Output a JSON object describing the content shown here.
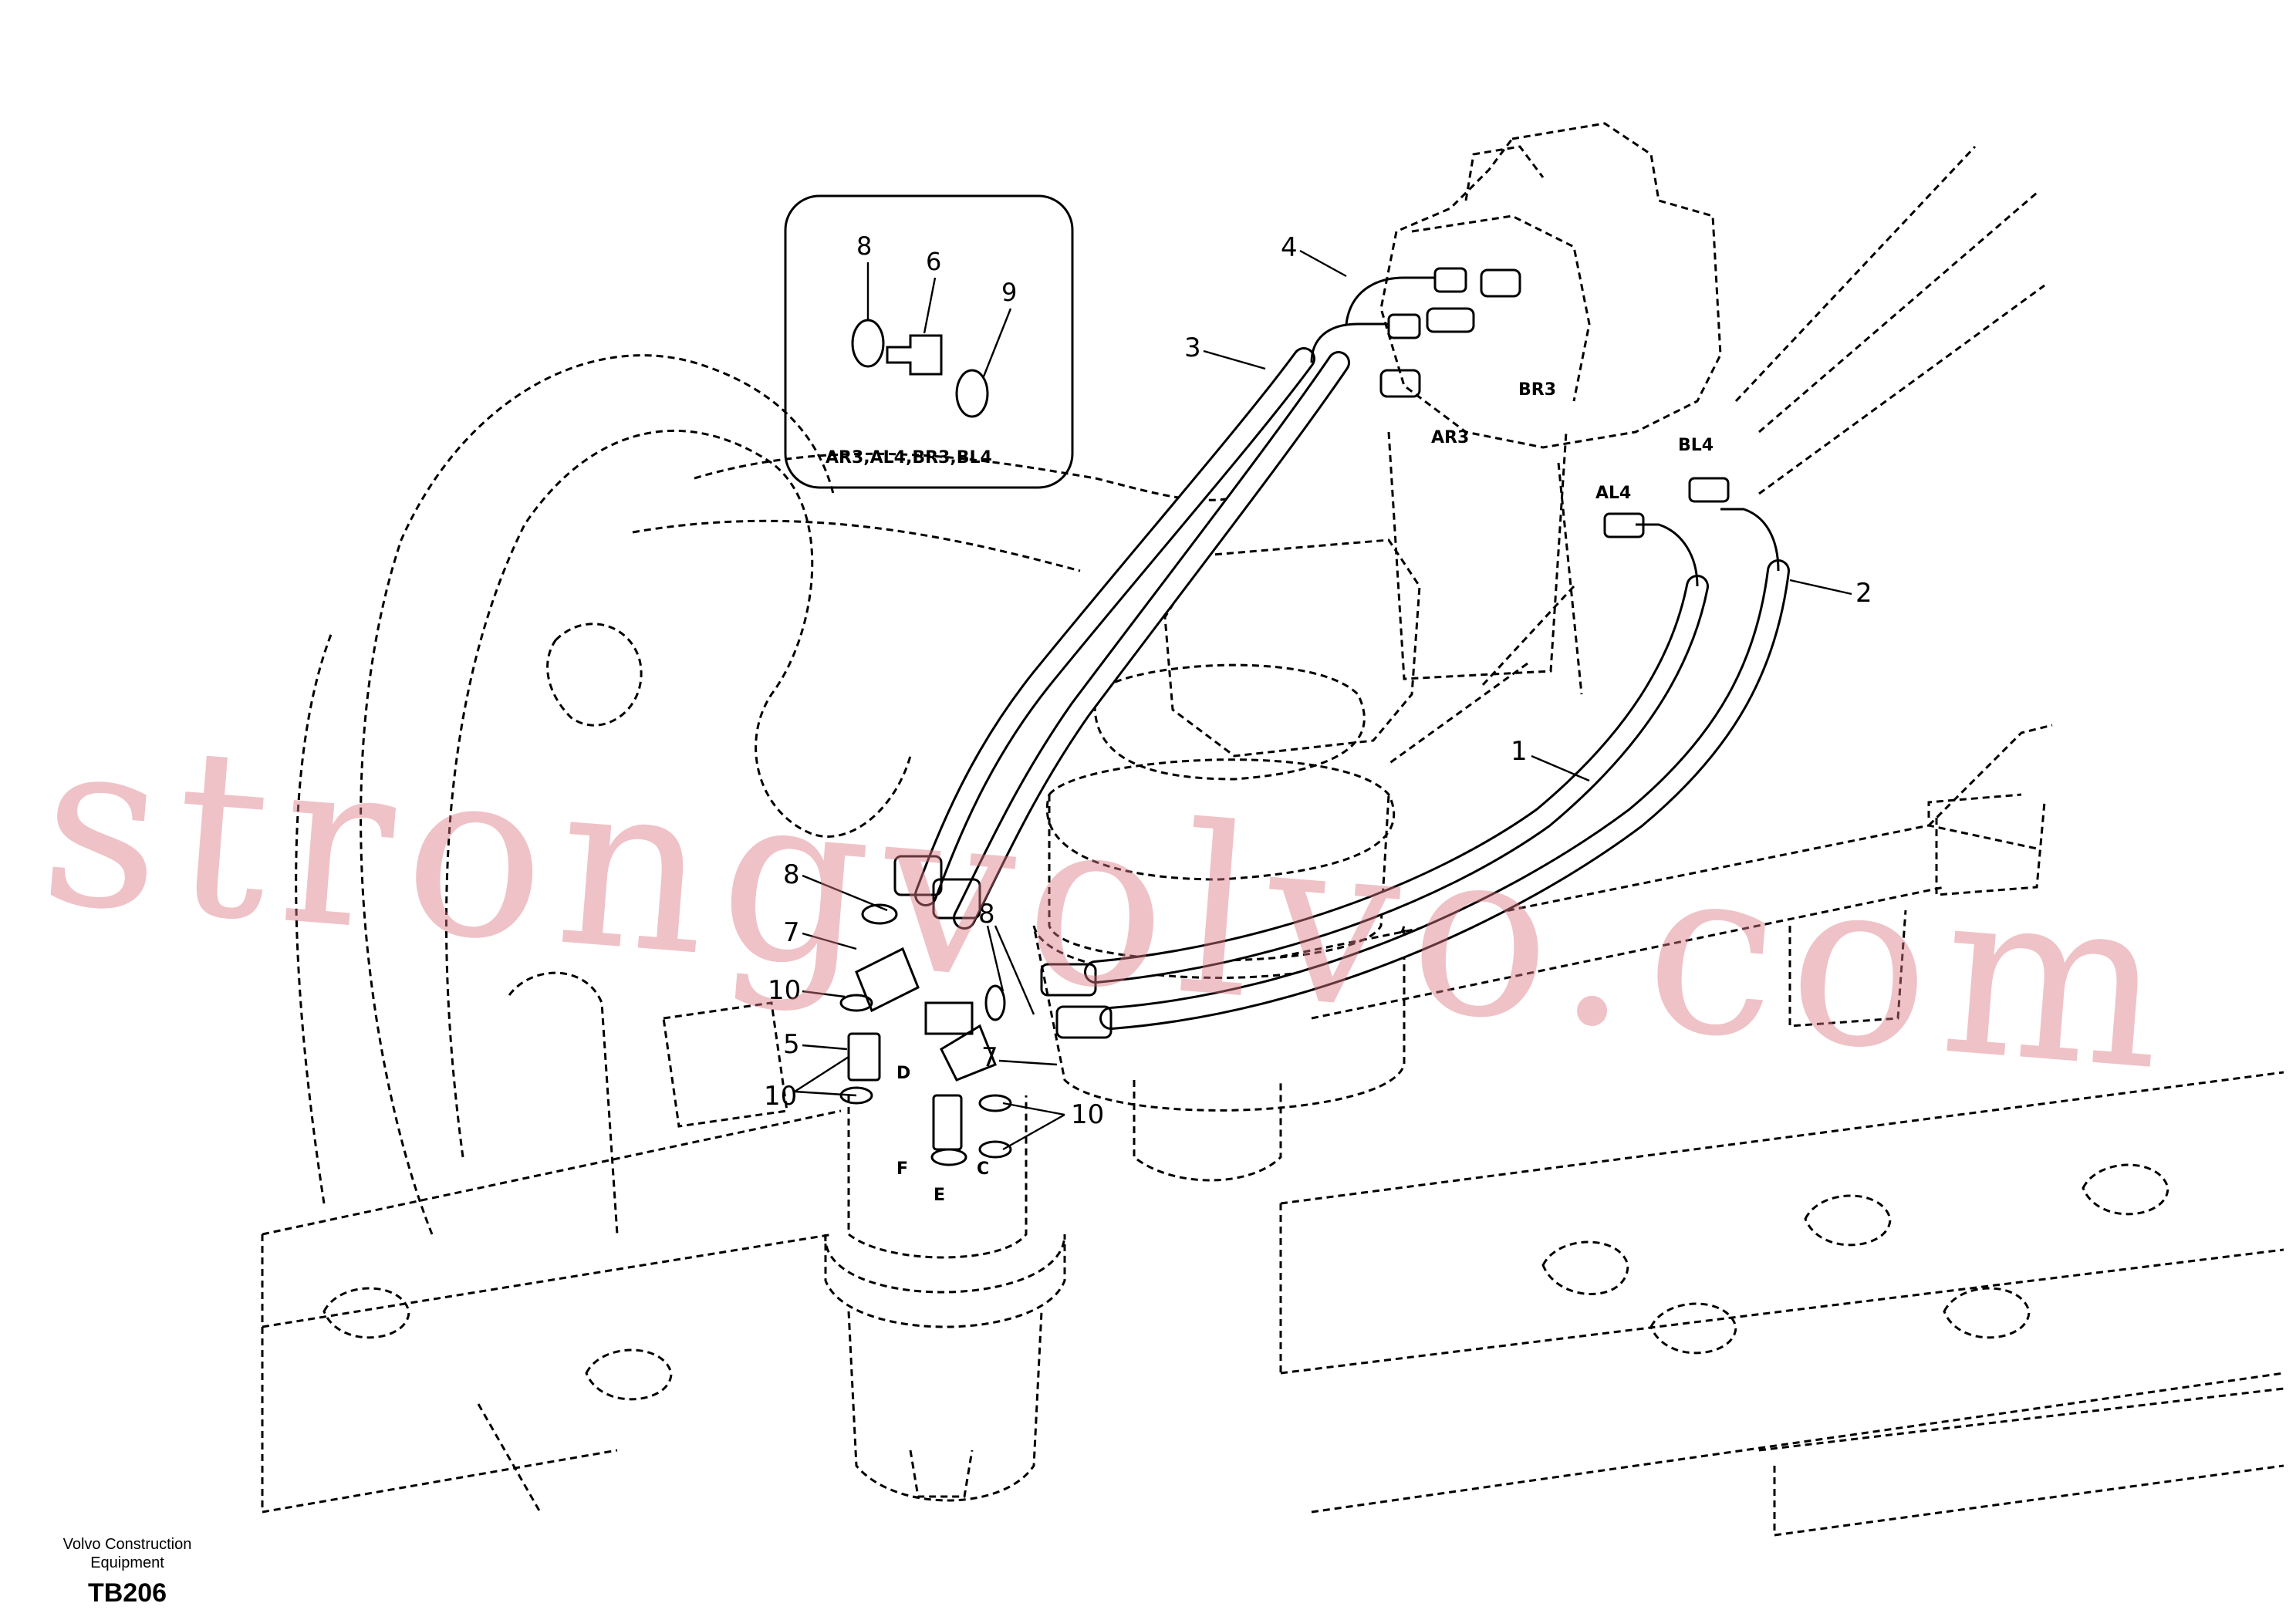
{
  "inset": {
    "labels": [
      "8",
      "6",
      "9"
    ],
    "caption": "AR3,AL4,BR3,BL4"
  },
  "callouts": [
    "4",
    "3",
    "2",
    "1",
    "8",
    "7",
    "10",
    "5",
    "10",
    "8",
    "7",
    "10"
  ],
  "ports": [
    "BR3",
    "AR3",
    "BL4",
    "AL4",
    "D",
    "F",
    "E",
    "C"
  ],
  "watermark": "strongvolvo.com",
  "footer": {
    "company_line1": "Volvo Construction",
    "company_line2": "Equipment",
    "code": "TB206"
  },
  "colors": {
    "line": "#000000",
    "watermark": "#dc7882"
  }
}
